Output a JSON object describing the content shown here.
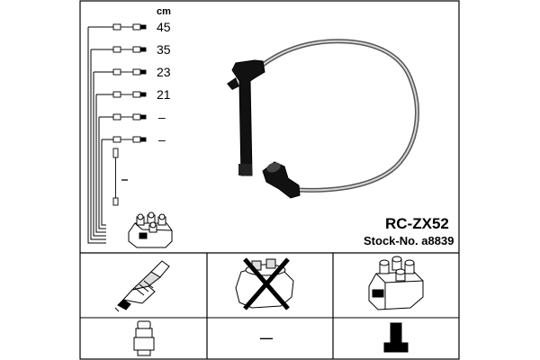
{
  "unit_label": "cm",
  "lengths": [
    "45",
    "35",
    "23",
    "21",
    "–",
    "–"
  ],
  "product": {
    "code": "RC-ZX52",
    "stock": "Stock-No. a8839"
  },
  "bottom_row": {
    "plug_type": "",
    "distributor": "",
    "coil": "",
    "plug_connector_dash": "—",
    "coil_connector": ""
  },
  "icons": [
    "spark-plug-icon",
    "distributor-cap-crossed-icon",
    "ignition-coil-icon",
    "plug-connector-icon",
    "coil-connector-icon"
  ]
}
